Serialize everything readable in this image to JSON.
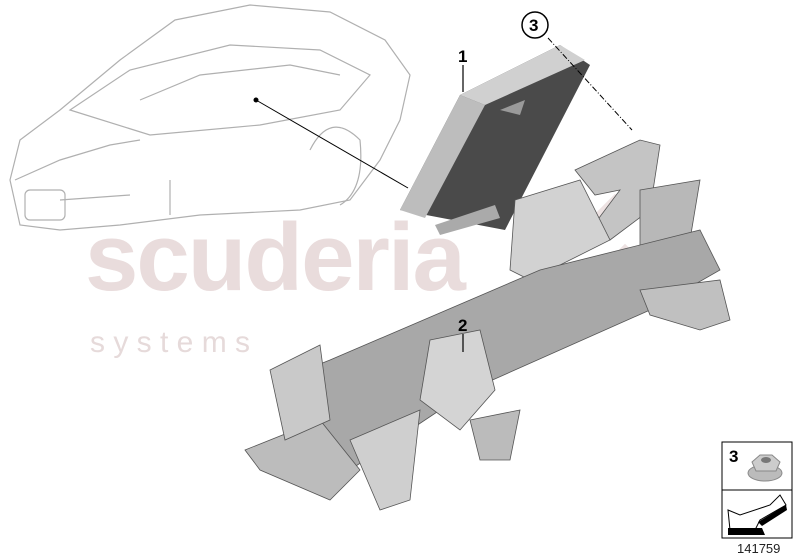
{
  "diagram": {
    "callouts": [
      {
        "number": "1",
        "part": "control-module"
      },
      {
        "number": "2",
        "part": "bracket"
      },
      {
        "number": "3",
        "part": "hex-nut",
        "circled": true
      }
    ],
    "watermark": {
      "line1": "scuderia",
      "line2": "s y s t e m s"
    },
    "legend": {
      "item_number": "3",
      "item_icon": "hex-flange-nut-icon",
      "arrow_icon": "direction-arrow-icon"
    },
    "document_number": "141759",
    "colors": {
      "line": "#000000",
      "part_light": "#c8c8c8",
      "part_dark": "#4a4a4a",
      "car_outline": "#b0b0b0",
      "watermark": "#e9dcdc"
    }
  }
}
